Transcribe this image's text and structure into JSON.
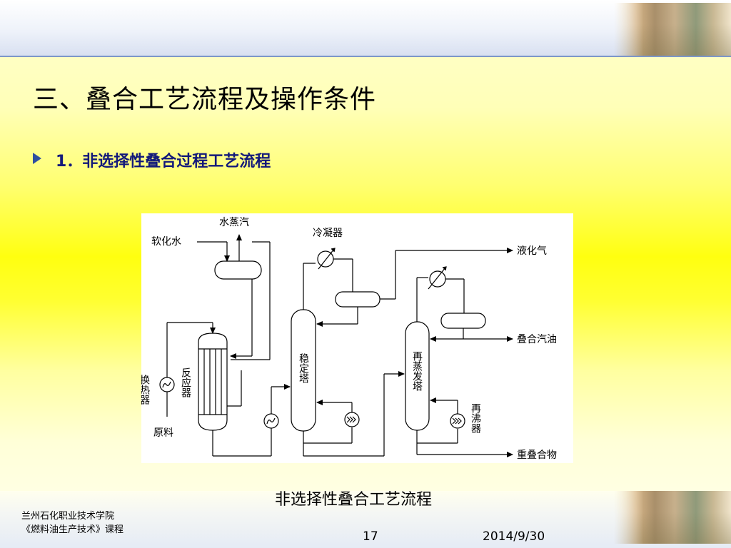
{
  "slide": {
    "title": "三、叠合工艺流程及操作条件",
    "bullet": "1．非选择性叠合过程工艺流程",
    "caption": "非选择性叠合工艺流程",
    "footer": {
      "org_line1": "兰州石化职业技术学院",
      "org_line2": "《燃料油生产技术》课程",
      "page": "17",
      "date": "2014/9/30"
    }
  },
  "diagram": {
    "labels": {
      "steam": "水蒸汽",
      "soft_water": "软化水",
      "condenser": "冷凝器",
      "liquefied_gas": "液化气",
      "polymer_gasoline": "叠合汽油",
      "heavy_polymer": "重叠合物",
      "heat_exchanger": "换热器",
      "reactor": "反应器",
      "stabilizer": "稳定塔",
      "redistillation": "再蒸发塔",
      "reboiler": "再沸器",
      "feed": "原料"
    }
  }
}
